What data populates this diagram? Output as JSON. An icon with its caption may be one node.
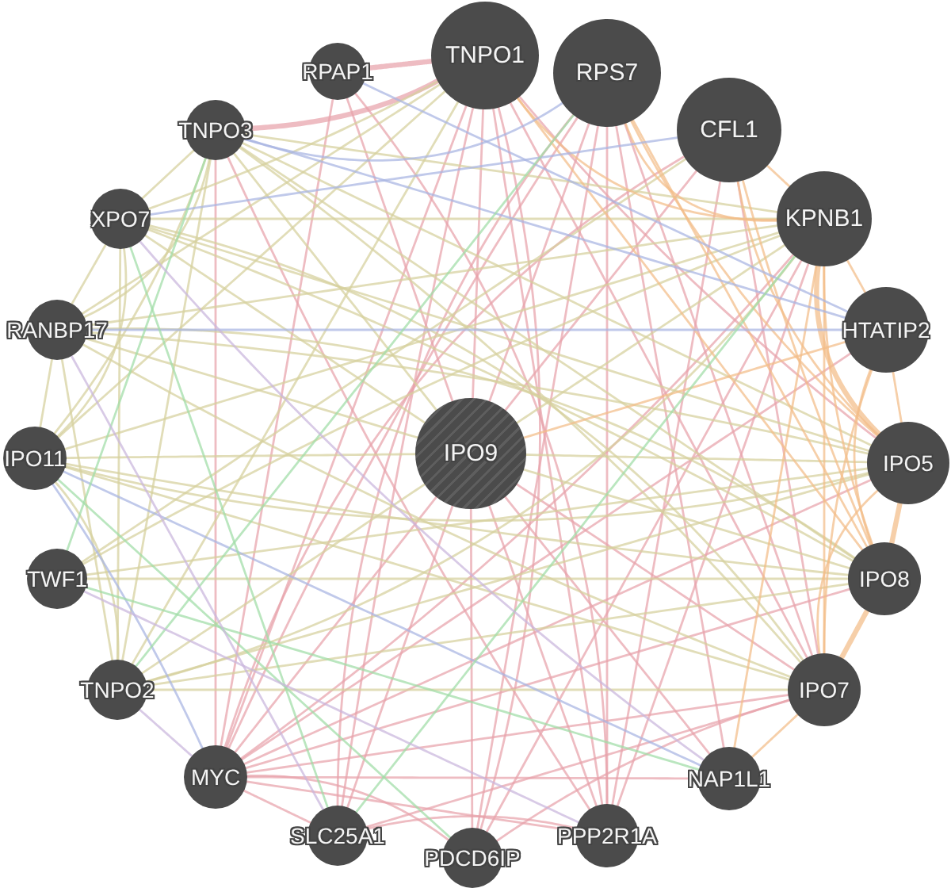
{
  "diagram": {
    "nodes": [
      {
        "text": [
          "IPO9"
        ]
      },
      {
        "text": [
          "TNPO1"
        ]
      },
      {
        "text": [
          "RPS7"
        ]
      },
      {
        "text": [
          "CFL1"
        ]
      },
      {
        "text": [
          "KPNB1"
        ]
      },
      {
        "text": [
          "HTATIP2"
        ]
      },
      {
        "text": [
          "IPO5"
        ]
      },
      {
        "text": [
          "IPO8"
        ]
      },
      {
        "text": [
          "IPO7"
        ]
      },
      {
        "text": [
          "NAP1L1"
        ]
      },
      {
        "text": [
          "PPP2R1A"
        ]
      },
      {
        "text": [
          "PDCD6IP"
        ]
      },
      {
        "text": [
          "SLC25A1"
        ]
      },
      {
        "text": [
          "MYC"
        ]
      },
      {
        "text": [
          "TNPO2"
        ]
      },
      {
        "text": [
          "TWF1"
        ]
      },
      {
        "text": [
          "IPO11"
        ]
      },
      {
        "text": [
          "RANBP17"
        ]
      },
      {
        "text": [
          "XPO7"
        ]
      },
      {
        "text": [
          "TNPO3"
        ]
      },
      {
        "text": [
          "RPAP1"
        ]
      }
    ],
    "edges": [
      {
        "from": 0,
        "to": 1,
        "arrow": "none",
        "color": "#e8a2aa"
      },
      {
        "from": 0,
        "to": 2,
        "arrow": "none",
        "color": "#e8a2aa"
      },
      {
        "from": 0,
        "to": 3,
        "arrow": "none",
        "color": "#e8a2aa"
      },
      {
        "from": 0,
        "to": 13,
        "arrow": "none",
        "color": "#e8a2aa"
      },
      {
        "from": 0,
        "to": 10,
        "arrow": "none",
        "color": "#e8a2aa"
      },
      {
        "from": 0,
        "to": 11,
        "arrow": "none",
        "color": "#e8a2aa"
      },
      {
        "from": 0,
        "to": 12,
        "arrow": "none",
        "color": "#e8a2aa"
      },
      {
        "from": 0,
        "to": 20,
        "arrow": "none",
        "color": "#e8a2aa"
      },
      {
        "from": 0,
        "to": 9,
        "arrow": "none",
        "color": "#e8a2aa"
      },
      {
        "from": 0,
        "to": 8,
        "arrow": "none",
        "color": "#e8a2aa"
      },
      {
        "from": 1,
        "to": 19,
        "arrow": "none",
        "color": "#e8a2aa",
        "style": "thick"
      },
      {
        "from": 1,
        "to": 20,
        "arrow": "none",
        "color": "#e8a2aa",
        "style": "thick"
      },
      {
        "from": 1,
        "to": 13,
        "arrow": "none",
        "color": "#e8a2aa"
      },
      {
        "from": 1,
        "to": 10,
        "arrow": "none",
        "color": "#e8a2aa"
      },
      {
        "from": 1,
        "to": 8,
        "arrow": "none",
        "color": "#e8a2aa"
      },
      {
        "from": 1,
        "to": 6,
        "arrow": "none",
        "color": "#e8a2aa"
      },
      {
        "from": 1,
        "to": 12,
        "arrow": "none",
        "color": "#e8a2aa"
      },
      {
        "from": 1,
        "to": 11,
        "arrow": "none",
        "color": "#e8a2aa"
      },
      {
        "from": 2,
        "to": 13,
        "arrow": "none",
        "color": "#e8a2aa"
      },
      {
        "from": 2,
        "to": 11,
        "arrow": "none",
        "color": "#e8a2aa"
      },
      {
        "from": 2,
        "to": 8,
        "arrow": "none",
        "color": "#e8a2aa"
      },
      {
        "from": 2,
        "to": 9,
        "arrow": "none",
        "color": "#e8a2aa"
      },
      {
        "from": 2,
        "to": 12,
        "arrow": "none",
        "color": "#e8a2aa"
      },
      {
        "from": 2,
        "to": 10,
        "arrow": "none",
        "color": "#e8a2aa"
      },
      {
        "from": 3,
        "to": 13,
        "arrow": "none",
        "color": "#e8a2aa"
      },
      {
        "from": 3,
        "to": 10,
        "arrow": "none",
        "color": "#e8a2aa"
      },
      {
        "from": 3,
        "to": 8,
        "arrow": "none",
        "color": "#e8a2aa"
      },
      {
        "from": 4,
        "to": 13,
        "arrow": "none",
        "color": "#e8a2aa"
      },
      {
        "from": 4,
        "to": 10,
        "arrow": "none",
        "color": "#e8a2aa"
      },
      {
        "from": 4,
        "to": 11,
        "arrow": "none",
        "color": "#e8a2aa"
      },
      {
        "from": 5,
        "to": 13,
        "arrow": "none",
        "color": "#e8a2aa"
      },
      {
        "from": 6,
        "to": 13,
        "arrow": "none",
        "color": "#e8a2aa"
      },
      {
        "from": 8,
        "to": 13,
        "arrow": "none",
        "color": "#e8a2aa"
      },
      {
        "from": 9,
        "to": 13,
        "arrow": "none",
        "color": "#e8a2aa"
      },
      {
        "from": 10,
        "to": 13,
        "arrow": "none",
        "color": "#e8a2aa"
      },
      {
        "from": 11,
        "to": 13,
        "arrow": "none",
        "color": "#e8a2aa"
      },
      {
        "from": 12,
        "to": 13,
        "arrow": "none",
        "color": "#e8a2aa"
      },
      {
        "from": 19,
        "to": 13,
        "arrow": "none",
        "color": "#e8a2aa"
      },
      {
        "from": 20,
        "to": 13,
        "arrow": "none",
        "color": "#e8a2aa"
      },
      {
        "from": 20,
        "to": 10,
        "arrow": "none",
        "color": "#e8a2aa"
      },
      {
        "from": 19,
        "to": 10,
        "arrow": "none",
        "color": "#e8a2aa"
      },
      {
        "from": 10,
        "to": 12,
        "arrow": "none",
        "color": "#e8a2aa"
      },
      {
        "from": 8,
        "to": 11,
        "arrow": "none",
        "color": "#e8a2aa"
      },
      {
        "from": 8,
        "to": 12,
        "arrow": "none",
        "color": "#e8a2aa"
      },
      {
        "from": 7,
        "to": 13,
        "arrow": "none",
        "color": "#e8a2aa"
      },
      {
        "from": 0,
        "to": 16,
        "arrow": "none"
      },
      {
        "from": 0,
        "to": 17,
        "arrow": "none"
      },
      {
        "from": 0,
        "to": 18,
        "arrow": "none"
      },
      {
        "from": 0,
        "to": 19,
        "arrow": "none"
      },
      {
        "from": 0,
        "to": 14,
        "arrow": "none"
      },
      {
        "from": 0,
        "to": 4,
        "arrow": "none"
      },
      {
        "from": 0,
        "to": 6,
        "arrow": "none"
      },
      {
        "from": 0,
        "to": 7,
        "arrow": "none"
      },
      {
        "from": 1,
        "to": 14,
        "arrow": "none"
      },
      {
        "from": 1,
        "to": 16,
        "arrow": "none"
      },
      {
        "from": 1,
        "to": 17,
        "arrow": "none"
      },
      {
        "from": 1,
        "to": 18,
        "arrow": "none"
      },
      {
        "from": 4,
        "to": 14,
        "arrow": "none"
      },
      {
        "from": 4,
        "to": 16,
        "arrow": "none"
      },
      {
        "from": 4,
        "to": 17,
        "arrow": "none"
      },
      {
        "from": 4,
        "to": 18,
        "arrow": "none"
      },
      {
        "from": 4,
        "to": 19,
        "arrow": "none"
      },
      {
        "from": 6,
        "to": 14,
        "arrow": "none"
      },
      {
        "from": 6,
        "to": 16,
        "arrow": "none"
      },
      {
        "from": 6,
        "to": 17,
        "arrow": "none"
      },
      {
        "from": 6,
        "to": 18,
        "arrow": "none"
      },
      {
        "from": 6,
        "to": 19,
        "arrow": "none"
      },
      {
        "from": 7,
        "to": 14,
        "arrow": "none"
      },
      {
        "from": 7,
        "to": 16,
        "arrow": "none"
      },
      {
        "from": 7,
        "to": 17,
        "arrow": "none"
      },
      {
        "from": 7,
        "to": 18,
        "arrow": "none"
      },
      {
        "from": 7,
        "to": 19,
        "arrow": "none"
      },
      {
        "from": 8,
        "to": 14,
        "arrow": "none"
      },
      {
        "from": 8,
        "to": 16,
        "arrow": "none"
      },
      {
        "from": 8,
        "to": 17,
        "arrow": "none"
      },
      {
        "from": 8,
        "to": 18,
        "arrow": "none"
      },
      {
        "from": 8,
        "to": 19,
        "arrow": "none"
      },
      {
        "from": 14,
        "to": 16,
        "arrow": "none"
      },
      {
        "from": 14,
        "to": 17,
        "arrow": "none"
      },
      {
        "from": 14,
        "to": 18,
        "arrow": "none"
      },
      {
        "from": 14,
        "to": 19,
        "arrow": "none"
      },
      {
        "from": 16,
        "to": 17,
        "arrow": "none"
      },
      {
        "from": 16,
        "to": 18,
        "arrow": "none"
      },
      {
        "from": 16,
        "to": 19,
        "arrow": "none"
      },
      {
        "from": 17,
        "to": 18,
        "arrow": "none"
      },
      {
        "from": 17,
        "to": 19,
        "arrow": "none"
      },
      {
        "from": 18,
        "to": 19,
        "arrow": "none"
      },
      {
        "from": 15,
        "to": 3,
        "arrow": "none"
      },
      {
        "from": 15,
        "to": 6,
        "arrow": "none"
      },
      {
        "from": 15,
        "to": 4,
        "arrow": "none"
      },
      {
        "from": 15,
        "to": 7,
        "arrow": "none"
      },
      {
        "from": 4,
        "to": 6,
        "arrow": "none",
        "color": "#f2bd88",
        "style": "thick"
      },
      {
        "from": 4,
        "to": 8,
        "arrow": "none",
        "color": "#f2bd88"
      },
      {
        "from": 6,
        "to": 8,
        "arrow": "none",
        "color": "#f2bd88"
      },
      {
        "from": 6,
        "to": 7,
        "arrow": "none",
        "color": "#f2bd88",
        "style": "thick"
      },
      {
        "from": 7,
        "to": 8,
        "arrow": "none",
        "color": "#f2bd88",
        "style": "thick"
      },
      {
        "from": 4,
        "to": 7,
        "arrow": "none",
        "color": "#f2bd88"
      },
      {
        "from": 5,
        "to": 6,
        "arrow": "none",
        "color": "#f2bd88"
      },
      {
        "from": 5,
        "to": 8,
        "arrow": "none",
        "color": "#f2bd88"
      },
      {
        "from": 4,
        "to": 5,
        "arrow": "none",
        "color": "#f2bd88"
      },
      {
        "from": 3,
        "to": 4,
        "arrow": "none",
        "color": "#f2bd88"
      },
      {
        "from": 2,
        "to": 4,
        "arrow": "none",
        "color": "#f2bd88"
      },
      {
        "from": 1,
        "to": 4,
        "arrow": "none",
        "color": "#f2bd88"
      },
      {
        "from": 8,
        "to": 9,
        "arrow": "none",
        "color": "#f2bd88"
      },
      {
        "from": 4,
        "to": 9,
        "arrow": "none",
        "color": "#f2bd88"
      },
      {
        "from": 2,
        "to": 6,
        "arrow": "none",
        "color": "#f2bd88"
      },
      {
        "from": 3,
        "to": 6,
        "arrow": "none",
        "color": "#f2bd88"
      },
      {
        "from": 3,
        "to": 7,
        "arrow": "none",
        "color": "#f2bd88"
      },
      {
        "from": 1,
        "to": 7,
        "arrow": "none",
        "color": "#f2bd88"
      },
      {
        "from": 5,
        "to": 7,
        "arrow": "none",
        "color": "#f2bd88"
      },
      {
        "from": 2,
        "to": 7,
        "arrow": "none",
        "color": "#f2bd88"
      },
      {
        "from": 0,
        "to": 5,
        "arrow": "none",
        "color": "#f2bd88"
      },
      {
        "from": 19,
        "to": 5,
        "arrow": "none",
        "color": "#a8b4e2"
      },
      {
        "from": 17,
        "to": 5,
        "arrow": "none",
        "color": "#a8b4e2"
      },
      {
        "from": 18,
        "to": 3,
        "arrow": "none",
        "color": "#a8b4e2"
      },
      {
        "from": 20,
        "to": 5,
        "arrow": "none",
        "color": "#a8b4e2"
      },
      {
        "from": 13,
        "to": 16,
        "arrow": "none",
        "color": "#a8b4e2"
      },
      {
        "from": 9,
        "to": 16,
        "arrow": "none",
        "color": "#a8b4e2"
      },
      {
        "from": 19,
        "to": 2,
        "arrow": "none",
        "color": "#a8b4e2"
      },
      {
        "from": 19,
        "to": 15,
        "arrow": "none",
        "color": "#9fdca6"
      },
      {
        "from": 16,
        "to": 11,
        "arrow": "none",
        "color": "#9fdca6"
      },
      {
        "from": 18,
        "to": 12,
        "arrow": "none",
        "color": "#9fdca6"
      },
      {
        "from": 4,
        "to": 12,
        "arrow": "none",
        "color": "#9fdca6"
      },
      {
        "from": 14,
        "to": 2,
        "arrow": "none",
        "color": "#9fdca6"
      },
      {
        "from": 15,
        "to": 9,
        "arrow": "none",
        "color": "#9fdca6"
      },
      {
        "from": 15,
        "to": 10,
        "arrow": "none",
        "color": "#c9b5dc"
      },
      {
        "from": 13,
        "to": 14,
        "arrow": "none",
        "color": "#c9b5dc"
      },
      {
        "from": 18,
        "to": 9,
        "arrow": "none",
        "color": "#c9b5dc"
      },
      {
        "from": 12,
        "to": 17,
        "arrow": "none",
        "color": "#c9b5dc"
      }
    ]
  }
}
